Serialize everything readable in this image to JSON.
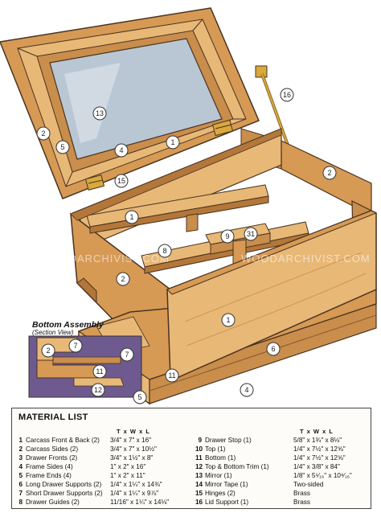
{
  "illustration": {
    "callouts": [
      "13",
      "2",
      "5",
      "4",
      "1",
      "15",
      "16",
      "2",
      "1",
      "8",
      "9",
      "31",
      "2",
      "1",
      "6",
      "7",
      "5",
      "11",
      "4",
      "7",
      "2",
      "11",
      "12"
    ],
    "watermarks": [
      "WOODARCHIVIST.COM",
      "WOODARCHIVIST.COM"
    ],
    "inset": {
      "title": "Bottom Assembly",
      "subtitle": "(Section View)"
    }
  },
  "material_list": {
    "title": "MATERIAL LIST",
    "column_header": "T x W x L",
    "left": [
      {
        "num": "1",
        "name": "Carcass Front & Back (2)",
        "dim": "3/4\" x 7\" x 16\""
      },
      {
        "num": "2",
        "name": "Carcass Sides (2)",
        "dim": "3/4\" x 7\" x 10½\""
      },
      {
        "num": "3",
        "name": "Drawer Fronts (2)",
        "dim": "3/4\" x 1½\" x 8\""
      },
      {
        "num": "4",
        "name": "Frame Sides (4)",
        "dim": "1\" x 2\" x 16\""
      },
      {
        "num": "5",
        "name": "Frame Ends (4)",
        "dim": "1\" x 2\" x 11\""
      },
      {
        "num": "6",
        "name": "Long Drawer Supports (2)",
        "dim": "1/4\" x 1¼\" x 14⅜\""
      },
      {
        "num": "7",
        "name": "Short Drawer Supports (2)",
        "dim": "1/4\" x 1¼\" x 9⅞\""
      },
      {
        "num": "8",
        "name": "Drawer Guides (2)",
        "dim": "11/16\" x 1¼\" x 14⅛\""
      }
    ],
    "right": [
      {
        "num": "9",
        "name": "Drawer Stop (1)",
        "dim": "5/8\" x 1¾\" x 8⅛\""
      },
      {
        "num": "10",
        "name": "Top (1)",
        "dim": "1/4\" x 7½\" x 12⅝\""
      },
      {
        "num": "11",
        "name": "Bottom (1)",
        "dim": "1/4\" x 7½\" x 12⅝\""
      },
      {
        "num": "12",
        "name": "Top & Bottom Trim (1)",
        "dim": "1/4\" x 3/8\" x 84\""
      },
      {
        "num": "13",
        "name": "Mirror (1)",
        "dim": "1/8\" x 5⁵⁄₁₆\" x 10⁹⁄₁₆\""
      },
      {
        "num": "14",
        "name": "Mirror Tape (1)",
        "dim": "Two-sided"
      },
      {
        "num": "15",
        "name": "Hinges (2)",
        "dim": "Brass"
      },
      {
        "num": "16",
        "name": "Lid Support (1)",
        "dim": "Brass"
      }
    ]
  },
  "colors": {
    "wood_light": "#e8b877",
    "wood_mid": "#d69a55",
    "wood_dark": "#b3773a",
    "mirror": "#b9c7d4",
    "inset_bg": "#6e5a8f",
    "outline": "#4a3320"
  }
}
